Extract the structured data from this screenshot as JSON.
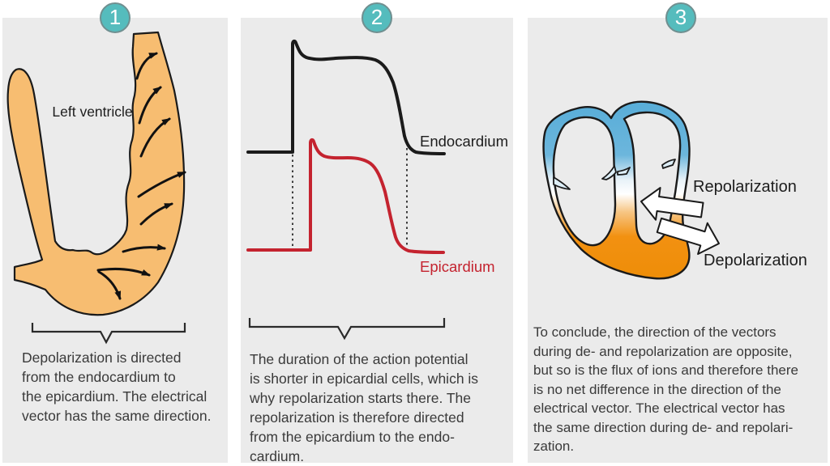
{
  "panels": [
    {
      "number": "1",
      "diagram_label": "Left ventricle",
      "caption_lines": [
        "Depolarization is directed",
        "from the endocardium to",
        "the epicardium. The electrical",
        "vector has the same direction."
      ]
    },
    {
      "number": "2",
      "curve_labels": {
        "endocardium": "Endocardium",
        "epicardium": "Epicardium"
      },
      "caption_lines": [
        "The duration of the action potential",
        "is shorter in epicardial cells, which is",
        "why repolarization starts there. The",
        "repolarization is therefore directed",
        "from the epicardium to the endo-",
        "cardium."
      ]
    },
    {
      "number": "3",
      "arrow_labels": {
        "repolarization": "Repolarization",
        "depolarization": "Depolarization"
      },
      "caption_lines": [
        "To conclude, the direction of the vectors",
        "during de- and repolarization are opposite,",
        "but so is the flux of ions and therefore there",
        "is no net difference in the direction of the",
        "electrical vector. The electrical vector has",
        "the same direction during de- and repolari-",
        "zation."
      ]
    }
  ],
  "colors": {
    "panel_background": "#ebebeb",
    "badge_teal": "#55bcbd",
    "badge_border": "#708f90",
    "ventricle_orange": "#f7bd71",
    "heart_blue": "#62b1da",
    "heart_orange": "#f29111",
    "epicardium_red": "#c4232f",
    "line_black": "#1b1b1b",
    "caption_text": "#3a3a3a"
  }
}
